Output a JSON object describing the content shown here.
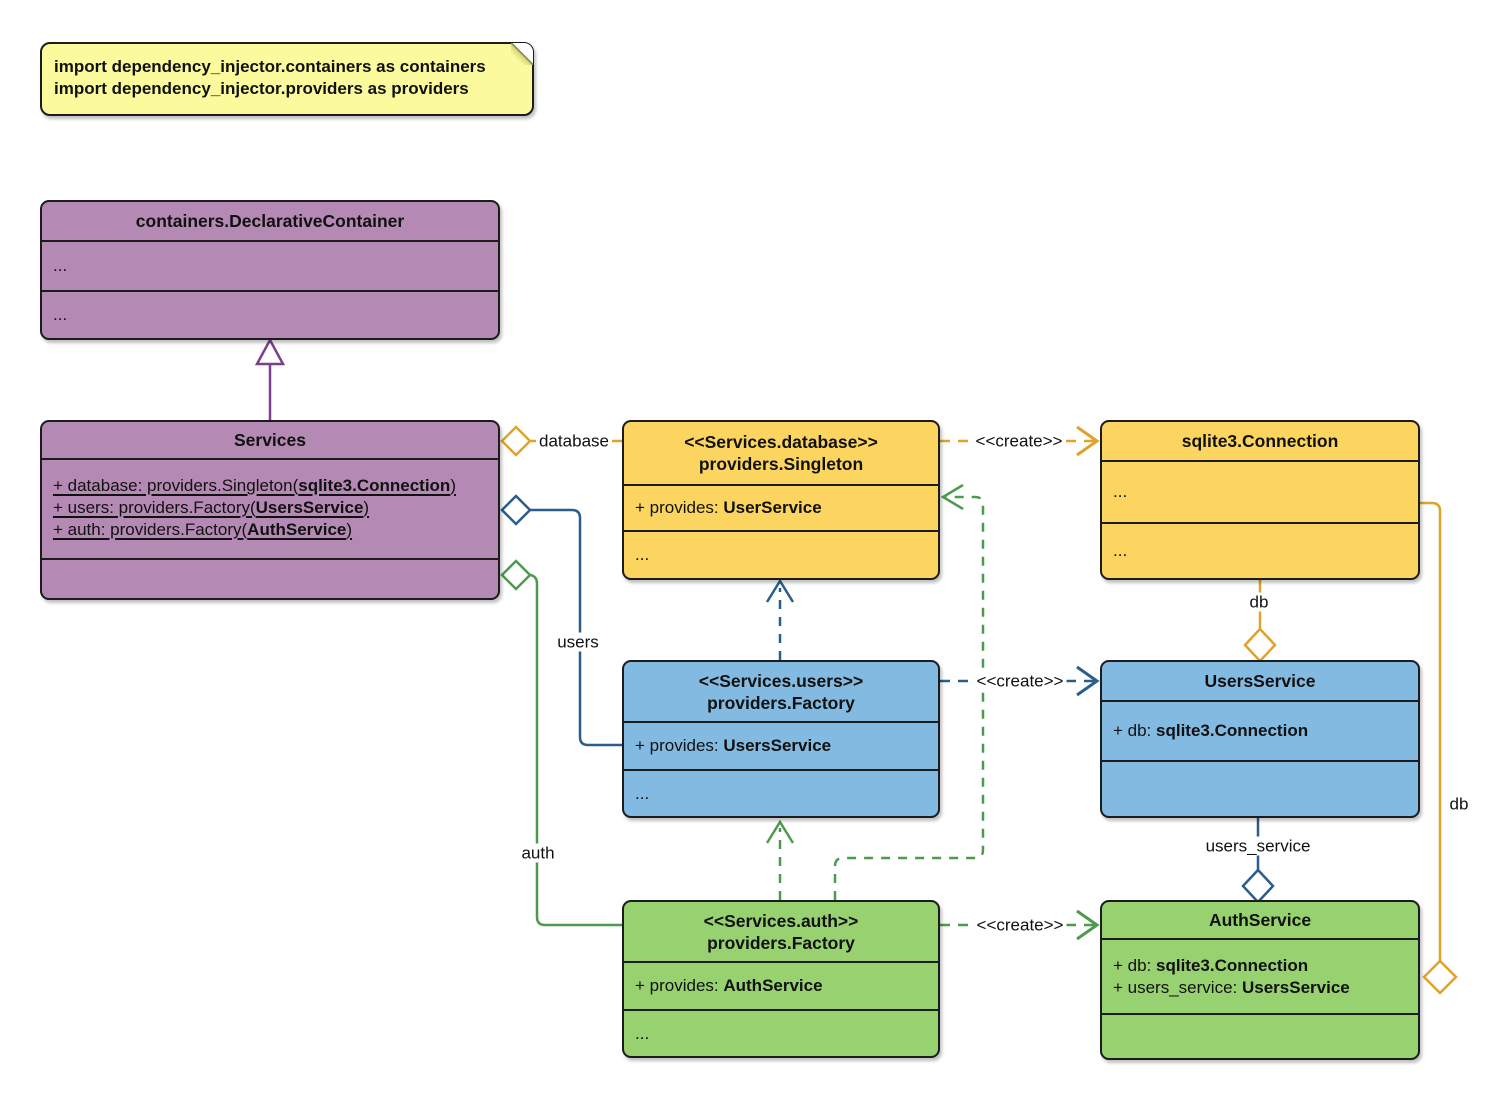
{
  "note": {
    "lines": [
      "import dependency_injector.containers as containers",
      "import dependency_injector.providers as providers"
    ]
  },
  "classes": {
    "declarative_container": {
      "title": "containers.DeclarativeContainer",
      "section1": "...",
      "section2": "..."
    },
    "services": {
      "title": "Services",
      "attributes": [
        {
          "pre": "+ database: providers.Singleton(",
          "bold": "sqlite3.Connection",
          "post": ")"
        },
        {
          "pre": "+ users: providers.Factory(",
          "bold": "UsersService",
          "post": ")"
        },
        {
          "pre": "+ auth: providers.Factory(",
          "bold": "AuthService",
          "post": ")"
        }
      ]
    },
    "singleton": {
      "stereotype": "<<Services.database>>",
      "title": "providers.Singleton",
      "provides_pre": "+ provides: ",
      "provides_bold": "UserService",
      "more": "..."
    },
    "sqlite_connection": {
      "title": "sqlite3.Connection",
      "section1": "...",
      "section2": "..."
    },
    "users_factory": {
      "stereotype": "<<Services.users>>",
      "title": "providers.Factory",
      "provides_pre": "+ provides: ",
      "provides_bold": "UsersService",
      "more": "..."
    },
    "users_service": {
      "title": "UsersService",
      "attr_pre": "+ db: ",
      "attr_bold": "sqlite3.Connection"
    },
    "auth_factory": {
      "stereotype": "<<Services.auth>>",
      "title": "providers.Factory",
      "provides_pre": "+ provides: ",
      "provides_bold": "AuthService",
      "more": "..."
    },
    "auth_service": {
      "title": "AuthService",
      "attrs": [
        {
          "pre": "+ db: ",
          "bold": "sqlite3.Connection"
        },
        {
          "pre": "+ users_service: ",
          "bold": "UsersService"
        }
      ]
    }
  },
  "edges": {
    "database_label": "database",
    "users_label": "users",
    "auth_label": "auth",
    "create_top": "<<create>>",
    "create_middle": "<<create>>",
    "create_bottom": "<<create>>",
    "db_top_label": "db",
    "users_service_label": "users_service",
    "db_right_label": "db"
  },
  "colors": {
    "note_fill": "#FBFB9E",
    "purple_fill": "#B489B4",
    "yellow_fill": "#FBD55F",
    "blue_fill": "#82BAE1",
    "green_fill": "#97D170",
    "purple_line": "#7B3F8C",
    "yellow_line": "#DFA32A",
    "blue_line": "#2B5D8C",
    "green_line": "#4D9A4F",
    "border": "#1c1c1c"
  }
}
